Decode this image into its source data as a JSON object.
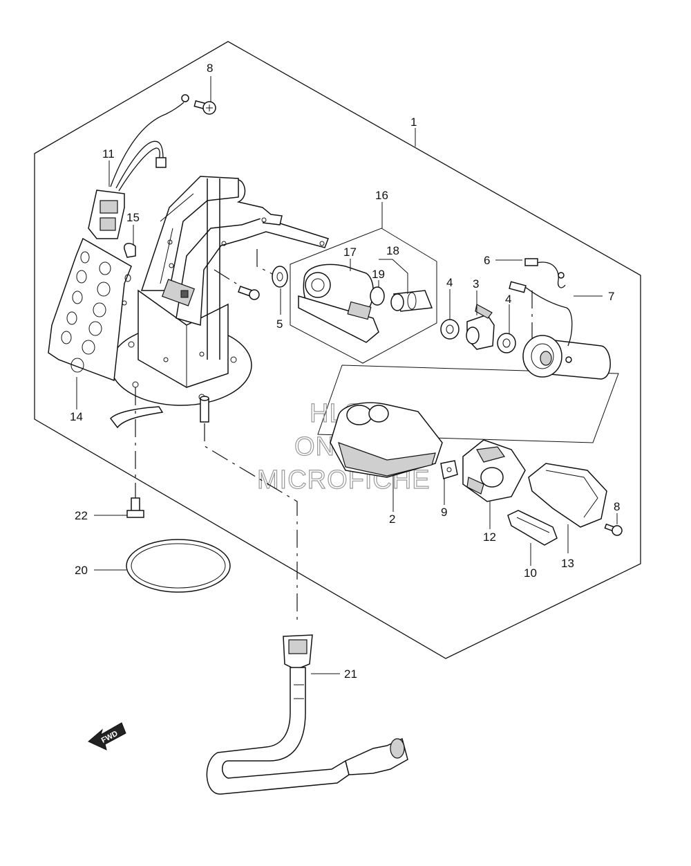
{
  "diagram": {
    "callouts": {
      "p1": "1",
      "p2": "2",
      "p3": "3",
      "p4a": "4",
      "p4b": "4",
      "p5": "5",
      "p6": "6",
      "p7": "7",
      "p8a": "8",
      "p8b": "8",
      "p9": "9",
      "p10": "10",
      "p11": "11",
      "p12": "12",
      "p13": "13",
      "p14": "14",
      "p15": "15",
      "p16": "16",
      "p17": "17",
      "p18": "18",
      "p19": "19",
      "p20": "20",
      "p21": "21",
      "p22": "22"
    },
    "fwd_label": "FWD",
    "watermark": {
      "line1": "HLSM",
      "line2": "ONLINE",
      "line3": "MICROFICHE"
    }
  }
}
